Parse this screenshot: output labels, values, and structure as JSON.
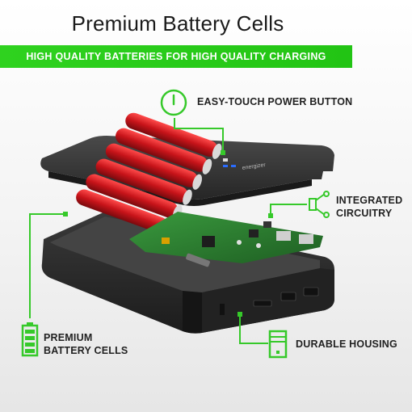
{
  "header": {
    "title": "Premium Battery Cells",
    "banner": "HIGH QUALITY BATTERIES FOR HIGH QUALITY CHARGING"
  },
  "callouts": {
    "power_button": "EASY-TOUCH POWER BUTTON",
    "circuitry_line1": "INTEGRATED",
    "circuitry_line2": "CIRCUITRY",
    "cells_line1": "PREMIUM",
    "cells_line2": "BATTERY CELLS",
    "housing": "DURABLE HOUSING"
  },
  "product": {
    "logo_text": "energizer"
  },
  "colors": {
    "accent": "#36c92a",
    "banner": "#22c414",
    "cell_red": "#c8141a",
    "pcb_green": "#2f7d32",
    "housing": "#2b2b2b"
  }
}
